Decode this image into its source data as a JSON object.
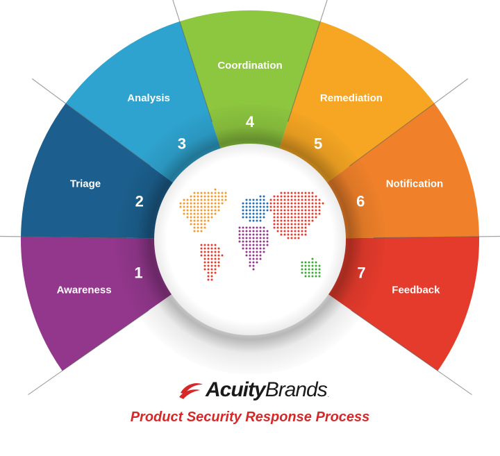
{
  "diagram": {
    "segments": [
      {
        "number": "1",
        "label": "Awareness",
        "color": "#93378d"
      },
      {
        "number": "2",
        "label": "Triage",
        "color": "#1c5f8e"
      },
      {
        "number": "3",
        "label": "Analysis",
        "color": "#2ea3cf"
      },
      {
        "number": "4",
        "label": "Coordination",
        "color": "#8dc63f"
      },
      {
        "number": "5",
        "label": "Remediation",
        "color": "#f6a623"
      },
      {
        "number": "6",
        "label": "Notification",
        "color": "#f0812a"
      },
      {
        "number": "7",
        "label": "Feedback",
        "color": "#e53b2c"
      }
    ],
    "map_colors": {
      "north_america": "#f39a2b",
      "south_america": "#e53b2c",
      "europe": "#1f6fb7",
      "africa": "#93378d",
      "asia": "#e53b2c",
      "oceania": "#3aaa35"
    }
  },
  "brand": {
    "name_bold": "Acuity",
    "name_regular": "Brands",
    "registered": ".",
    "tagline": "Product Security Response Process",
    "accent": "#d62828"
  }
}
